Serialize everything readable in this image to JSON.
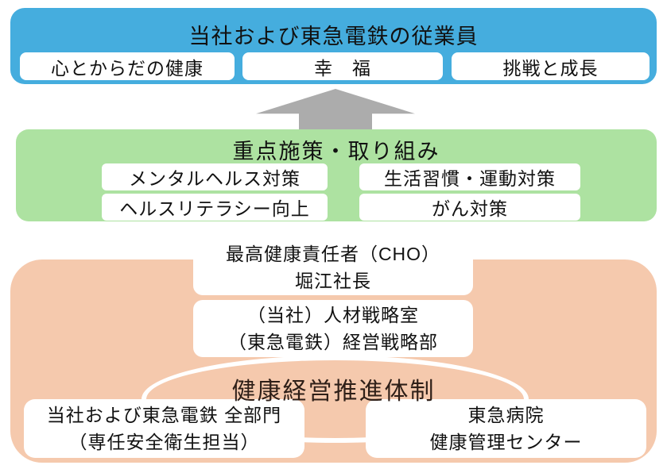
{
  "colors": {
    "top_panel_blue": "#45ADDE",
    "middle_panel_green": "#ADE2A1",
    "bottom_panel_orange": "#F5C9AD",
    "arrow_gray": "#ACACAC",
    "card_white": "#FFFFFF",
    "text_black": "#111111",
    "structure_title_dark": "#2e1f18"
  },
  "top_section": {
    "title": "当社および東急電鉄の従業員",
    "items": [
      {
        "label": "心とからだの健康"
      },
      {
        "label": "幸　福"
      },
      {
        "label": "挑戦と成長"
      }
    ]
  },
  "arrow": {
    "meaning": "up-arrow from measures to employees"
  },
  "middle_section": {
    "title": "重点施策・取り組み",
    "items": [
      {
        "label": "メンタルヘルス対策"
      },
      {
        "label": "生活習慣・運動対策"
      },
      {
        "label": "ヘルスリテラシー向上"
      },
      {
        "label": "がん対策"
      }
    ]
  },
  "bottom_section": {
    "title": "健康経営推進体制",
    "cho_box": {
      "line1": "最高健康責任者（CHO）",
      "line2": "堀江社長"
    },
    "strategy_box": {
      "line1": "（当社）人材戦略室",
      "line2": "（東急電鉄）経営戦略部"
    },
    "departments_box": {
      "line1": "当社および東急電鉄 全部門",
      "line2": "（専任安全衛生担当）"
    },
    "hospital_box": {
      "line1": "東急病院",
      "line2": "健康管理センター"
    }
  }
}
